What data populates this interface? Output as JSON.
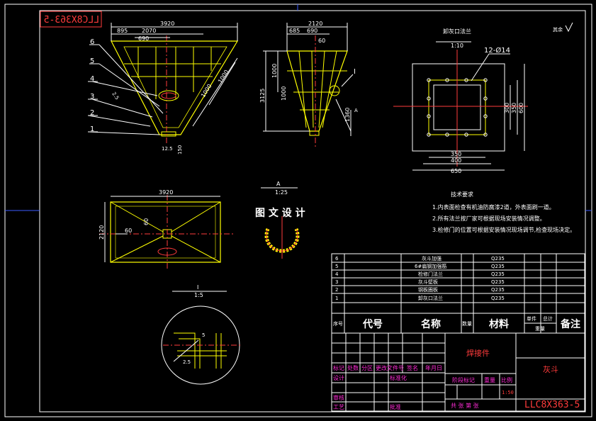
{
  "stamp": {
    "top_left": "LLC8X363-5",
    "bottom_right": "LLC8X363-5"
  },
  "front_view": {
    "dims": {
      "w_total": "3920",
      "w_top": "2070",
      "w_left": "895",
      "w_mid": "690",
      "slope": "1000",
      "side1": "1000",
      "angle": "12.5",
      "small": "150",
      "weld": "2.5"
    },
    "balloons": [
      "6",
      "5",
      "4",
      "3",
      "2",
      "1"
    ]
  },
  "side_view": {
    "dims": {
      "w_total": "2120",
      "w_a": "685",
      "w_b": "690",
      "w_c": "60",
      "h1": "1000",
      "h2": "1000",
      "h_total": "3125",
      "h_bottom": "1360"
    },
    "detail_mark": "I",
    "section_mark": "A"
  },
  "flange_view": {
    "title": "卸灰口法兰",
    "scale": "1:10",
    "hole_note": "12-Ø14",
    "dims": {
      "w1": "350",
      "w2": "400",
      "w3": "650",
      "h1": "300",
      "h2": "350",
      "h3": "600"
    }
  },
  "top_view": {
    "dims": {
      "w_total": "3920",
      "h_total": "2120",
      "left": "60",
      "inner": "60"
    }
  },
  "section_a": {
    "title": "A",
    "scale": "1:25"
  },
  "detail_i": {
    "title": "I",
    "scale": "1:5",
    "dims": {
      "a": "2.5",
      "b": "5"
    }
  },
  "watermark": "图 文 设 计",
  "roughness_note": "其余",
  "tech": {
    "title": "技术要求",
    "items": [
      "1.内表面检查有机油防腐漆2道，外表面刷一道。",
      "2.所有法兰按厂家可根据现场安装情况调整。",
      "3.检修门的位置可根据安装情况现场调节,检查现场决定。"
    ]
  },
  "bom": {
    "rows": [
      {
        "no": "6",
        "name": "灰斗加强",
        "material": "Q235"
      },
      {
        "no": "5",
        "name": "6#扁钢加强筋",
        "material": "Q235"
      },
      {
        "no": "4",
        "name": "检修门法兰",
        "material": "Q235"
      },
      {
        "no": "3",
        "name": "灰斗壁板",
        "material": "Q235"
      },
      {
        "no": "2",
        "name": "钢板圈板",
        "material": "Q235"
      },
      {
        "no": "1",
        "name": "卸灰口法兰",
        "material": "Q235"
      }
    ],
    "header": {
      "seq": "序号",
      "code": "代号",
      "name": "名称",
      "qty": "数量",
      "material": "材料",
      "unit_w": "单件",
      "total_w": "总计",
      "weight": "重量",
      "remark": "备注"
    }
  },
  "title_block": {
    "title": "焊接件",
    "part_name": "灰斗",
    "scale": "1:50",
    "labels": {
      "mark": "标记",
      "count": "处数",
      "zone": "分区",
      "doc": "更改文件号",
      "sign": "签名",
      "date": "年月日",
      "design": "设计",
      "std": "标准化",
      "stage": "阶段标记",
      "weight": "重量",
      "ratio": "比例",
      "check": "审核",
      "process": "工艺",
      "approve": "批准",
      "sheets": "共 张 第 张"
    }
  }
}
